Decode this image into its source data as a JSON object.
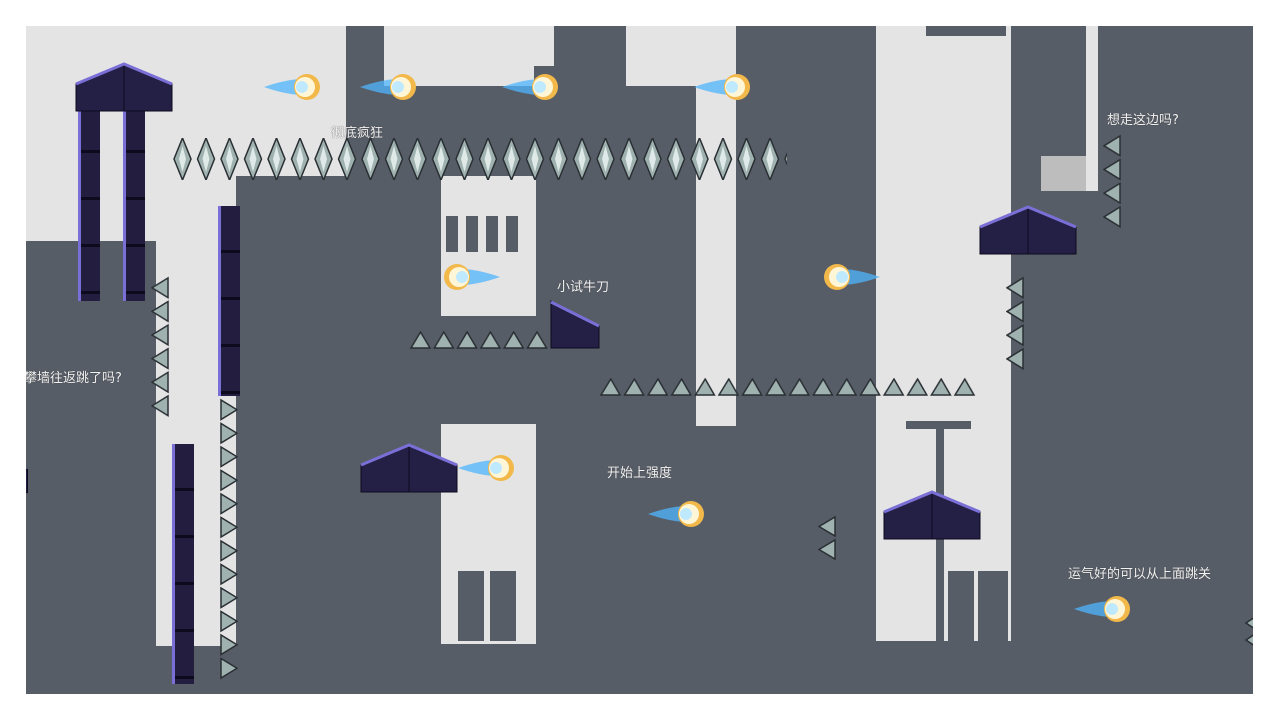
{
  "labels": {
    "crazy": "彻底疯狂",
    "try": "小试牛刀",
    "want_here": "想走这边吗?",
    "wall_jump": "是攀墙往返跳了吗?",
    "start_hard": "开始上强度",
    "lucky": "运气好的可以从上面跳关"
  },
  "icons": {
    "fireball": "fireball-icon",
    "spike": "spike-icon",
    "platform": "tent-platform-icon"
  },
  "colors": {
    "background": "#575d67",
    "light_building": "#e4e4e4",
    "block": "#241f44",
    "block_edge": "#7a6fd6",
    "spike": "#9fb2b0",
    "fire_core": "#ffffff",
    "fire_glow": "#f2b94a",
    "fire_tail": "#4fb6ff",
    "label_text": "#f2f2f2"
  }
}
